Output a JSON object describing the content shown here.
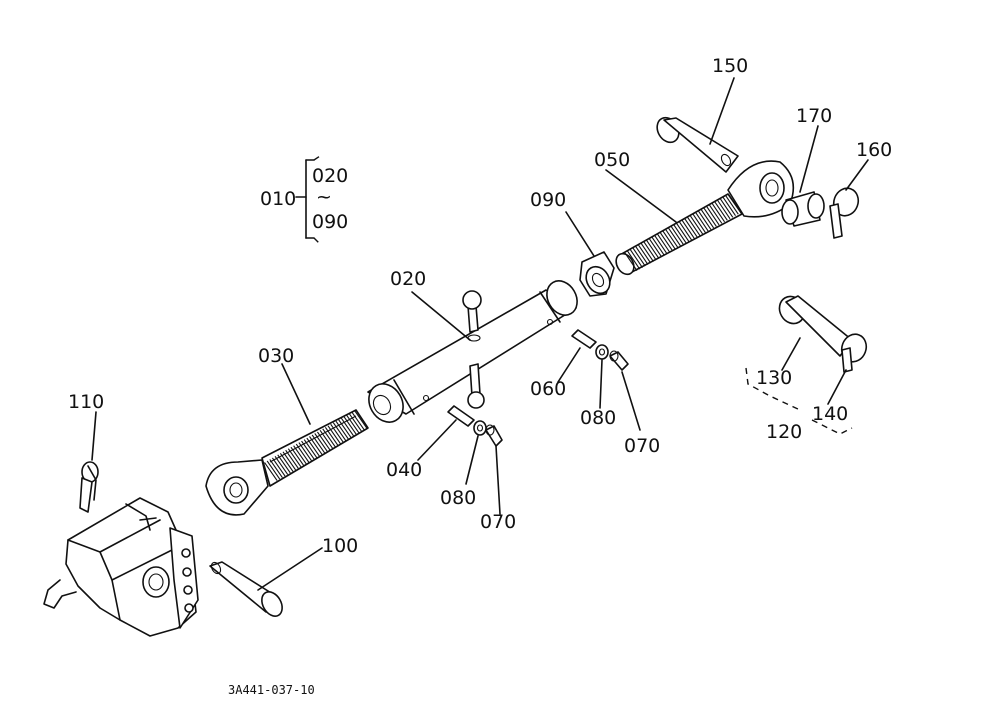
{
  "diagram": {
    "labels": {
      "p010": "010",
      "p020_range_start": "020",
      "p020_range_tilde": "~",
      "p090_range_end": "090",
      "p020": "020",
      "p030": "030",
      "p040": "040",
      "p050": "050",
      "p060": "060",
      "p070a": "070",
      "p070b": "070",
      "p080a": "080",
      "p080b": "080",
      "p090": "090",
      "p100": "100",
      "p110": "110",
      "p120": "120",
      "p130": "130",
      "p140": "140",
      "p150": "150",
      "p160": "160",
      "p170": "170"
    },
    "reference_code": "3A441-037-10"
  }
}
